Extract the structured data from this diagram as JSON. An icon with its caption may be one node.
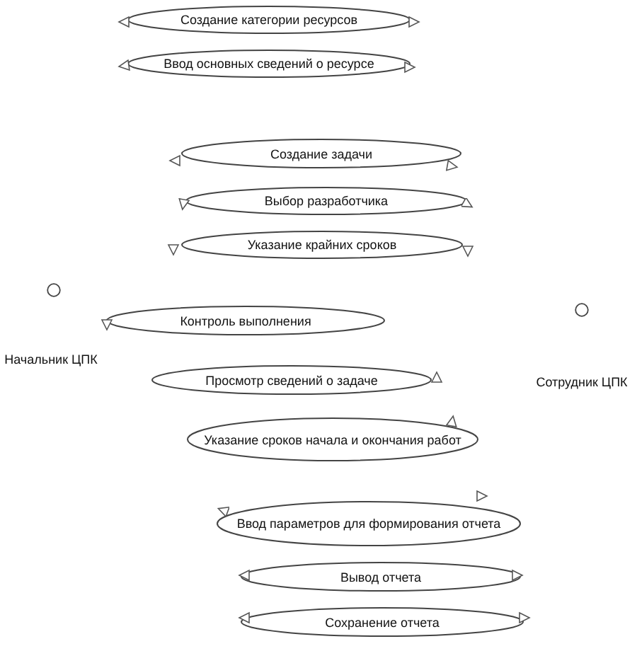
{
  "diagram": {
    "nodes": [
      {
        "text": [
          "Создание категории ресурсов"
        ]
      },
      {
        "text": [
          "Ввод основных сведений о ресурсе"
        ]
      },
      {
        "text": [
          "Создание задачи"
        ]
      },
      {
        "text": [
          "Выбор разработчика"
        ]
      },
      {
        "text": [
          "Указание крайних сроков"
        ]
      },
      {
        "text": [
          "Контроль выполнения"
        ]
      },
      {
        "text": [
          "Просмотр сведений о задаче"
        ]
      },
      {
        "text": [
          "Указание сроков начала и окончания работ"
        ]
      },
      {
        "text": [
          "Ввод параметров для формирования отчета"
        ]
      },
      {
        "text": [
          "Вывод отчета"
        ]
      },
      {
        "text": [
          "Сохранение отчета"
        ]
      }
    ],
    "labels": [
      "Начальник ЦПК",
      "Сотрудник ЦПК"
    ]
  }
}
